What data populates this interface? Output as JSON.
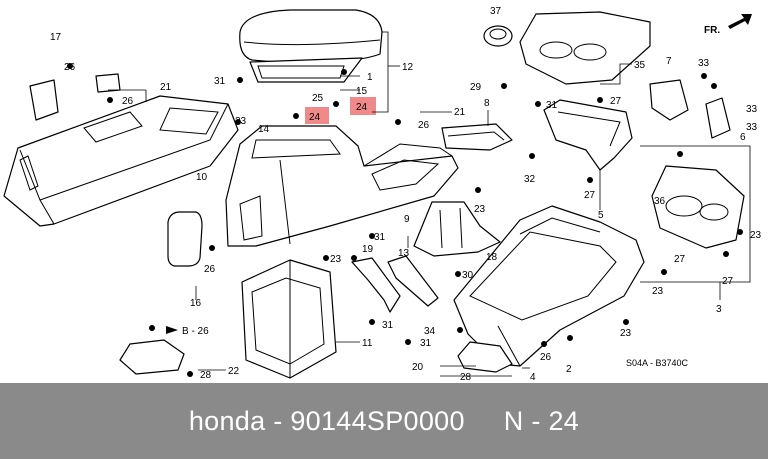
{
  "banner": {
    "caption": "honda - 90144SP0000     N - 24"
  },
  "diagram": {
    "fr_label": "FR.",
    "code": "S04A - B3740C",
    "ref_label": "B - 26",
    "labels": {
      "l1": "1",
      "l2": "2",
      "l3": "3",
      "l4": "4",
      "l5": "5",
      "l6": "6",
      "l7": "7",
      "l8": "8",
      "l9": "9",
      "l10": "10",
      "l11": "11",
      "l12": "12",
      "l13": "13",
      "l14": "14",
      "l15": "15",
      "l16": "16",
      "l17": "17",
      "l18": "18",
      "l19": "19",
      "l20": "20",
      "l21a": "21",
      "l21b": "21",
      "l22": "22",
      "l23a": "23",
      "l23b": "23",
      "l23c": "23",
      "l23d": "23",
      "l23e": "23",
      "l23f": "23",
      "l24a": "24",
      "l24b": "24",
      "l25": "25",
      "l26a": "26",
      "l26b": "26",
      "l26c": "26",
      "l26d": "26",
      "l26e": "26",
      "l27a": "27",
      "l27b": "27",
      "l27c": "27",
      "l27d": "27",
      "l28a": "28",
      "l28b": "28",
      "l29": "29",
      "l30": "30",
      "l31a": "31",
      "l31b": "31",
      "l31c": "31",
      "l31d": "31",
      "l31e": "31",
      "l32": "32",
      "l33a": "33",
      "l33b": "33",
      "l33c": "33",
      "l34": "34",
      "l35": "35",
      "l36": "36",
      "l37": "37"
    }
  }
}
